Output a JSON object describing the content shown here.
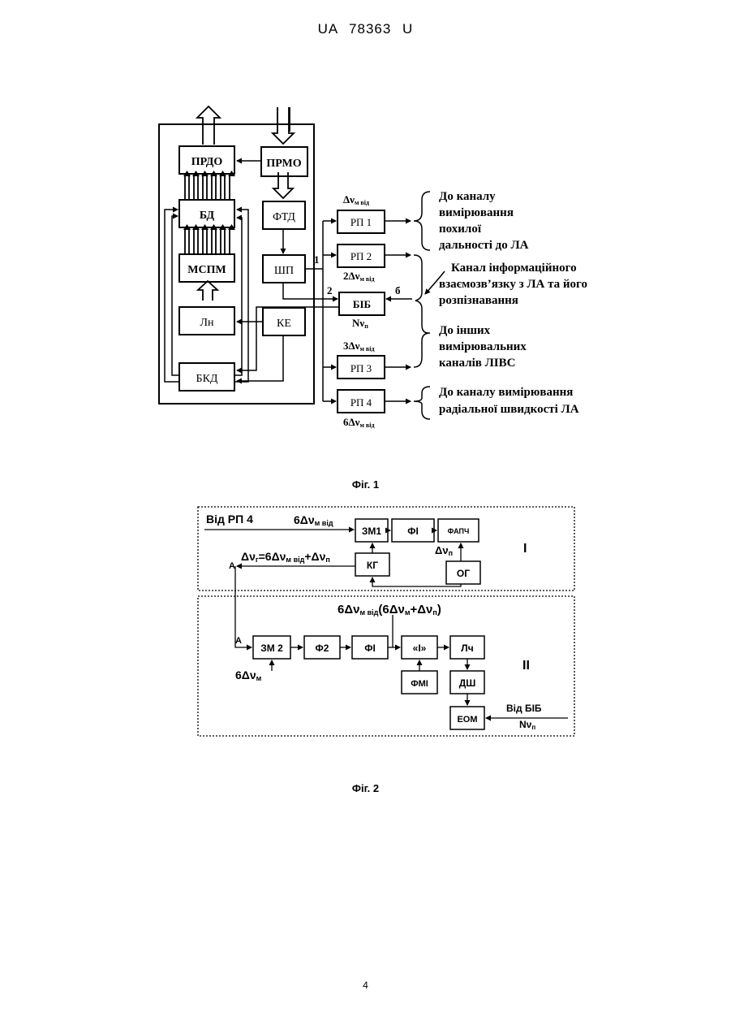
{
  "header": "UA   78363   U",
  "fig1": {
    "caption": "Фіг. 1",
    "blocks": {
      "prdo": "ПРДО",
      "prmo": "ПРМО",
      "bd": "БД",
      "ftd": "ФТД",
      "mspm": "МСПМ",
      "shp": "ШП",
      "ln": "Лн",
      "ke": "КЕ",
      "bkd": "БКД",
      "rp1": "РП 1",
      "rp2": "РП 2",
      "bib": "БІБ",
      "rp3": "РП 3",
      "rp4": "РП 4"
    },
    "labels": {
      "rp1_freq_main": "Δν",
      "rp1_freq_sub": "м від",
      "rp2_freq_main": "2Δν",
      "rp2_freq_sub": "м від",
      "bib_n_main": "Nν",
      "bib_n_sub": "п",
      "rp3_freq_main": "3Δν",
      "rp3_freq_sub": "м від",
      "rp4_freq_main": "6Δν",
      "rp4_freq_sub": "м від",
      "port1": "1",
      "port2": "2",
      "port6": "б"
    },
    "annotations": {
      "a1": [
        "До каналу",
        "вимірювання",
        "похилої",
        "дальності до ЛА"
      ],
      "a2": [
        "Канал інформаційного",
        "взаємозв’язку з ЛА та його",
        "розпізнавання"
      ],
      "a3": [
        "До інших",
        "вимірювальних",
        "каналів ЛІВС"
      ],
      "a4": [
        "До каналу вимірювання",
        "радіальної швидкості ЛА"
      ]
    }
  },
  "fig2": {
    "caption": "Фіг. 2",
    "section1": {
      "roman": "І",
      "input": "Від РП 4",
      "freq_main": "6Δν",
      "freq_sub": "м від",
      "blocks": {
        "zm1": "ЗМ1",
        "fi": "ФІ",
        "fapch": "ФАПЧ",
        "kg": "КГ",
        "og": "ОГ"
      },
      "dn_main": "Δν",
      "dn_sub": "п",
      "eq": {
        "p1": "Δν",
        "s1": "г",
        "p2": "=6Δν",
        "s2": "м від",
        "p3": "+Δν",
        "s3": "п"
      },
      "node_a": "A"
    },
    "section2": {
      "roman": "ІІ",
      "title": {
        "p1": "6Δν",
        "s1": "м від",
        "p2": "(6Δν",
        "s2": "м",
        "p3": "+Δν",
        "s3": "п",
        "p4": ")"
      },
      "blocks": {
        "zm2": "ЗМ 2",
        "f2": "Ф2",
        "fi": "ФІ",
        "i": "«І»",
        "lch": "Лч",
        "fmi": "ФМІ",
        "dsh": "ДШ",
        "eom": "ЕОМ"
      },
      "input_main": "6Δν",
      "input_sub": "м",
      "node_a": "A",
      "bib_label": "Від БІБ",
      "bib_n_main": "Nν",
      "bib_n_sub": "п"
    }
  },
  "page_number": "4"
}
